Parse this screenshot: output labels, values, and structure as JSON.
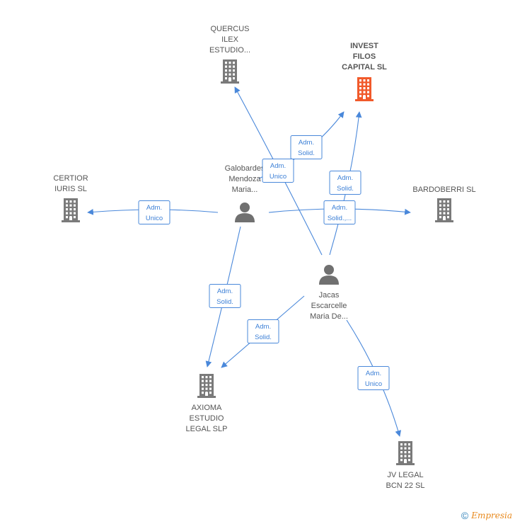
{
  "colors": {
    "edge": "#4a88da",
    "company": "#7a7a7a",
    "highlight": "#f15a2b",
    "person": "#707070"
  },
  "nodes": [
    {
      "id": "quercus",
      "type": "company",
      "lines": [
        "QUERCUS",
        "ILEX",
        "ESTUDIO..."
      ],
      "highlight": false
    },
    {
      "id": "invest",
      "type": "company",
      "lines": [
        "INVEST",
        "FILOS",
        "CAPITAL  SL"
      ],
      "highlight": true
    },
    {
      "id": "certior",
      "type": "company",
      "lines": [
        "CERTIOR",
        "IURIS  SL"
      ],
      "highlight": false
    },
    {
      "id": "bardoberri",
      "type": "company",
      "lines": [
        "BARDOBERRI SL"
      ],
      "highlight": false
    },
    {
      "id": "galobardes",
      "type": "person",
      "lines": [
        "Galobardes",
        "Mendoza",
        "Maria..."
      ],
      "highlight": false
    },
    {
      "id": "jacas",
      "type": "person",
      "lines": [
        "Jacas",
        "Escarcelle",
        "Maria De..."
      ],
      "highlight": false
    },
    {
      "id": "axioma",
      "type": "company",
      "lines": [
        "AXIOMA",
        "ESTUDIO",
        "LEGAL  SLP"
      ],
      "highlight": false
    },
    {
      "id": "jvlegal",
      "type": "company",
      "lines": [
        "JV LEGAL",
        "BCN 22  SL"
      ],
      "highlight": false
    }
  ],
  "edges": [
    {
      "from": "galobardes",
      "to": "certior",
      "lines": [
        "Adm.",
        "Unico"
      ]
    },
    {
      "from": "galobardes",
      "to": "invest",
      "lines": [
        "Adm.",
        "Solid."
      ]
    },
    {
      "from": "galobardes",
      "to": "bardoberri",
      "lines": [
        "Adm.",
        "Solid.,..."
      ]
    },
    {
      "from": "galobardes",
      "to": "axioma",
      "lines": [
        "Adm.",
        "Solid."
      ]
    },
    {
      "from": "jacas",
      "to": "quercus",
      "lines": [
        "Adm.",
        "Unico"
      ]
    },
    {
      "from": "jacas",
      "to": "invest",
      "lines": [
        "Adm.",
        "Solid."
      ]
    },
    {
      "from": "jacas",
      "to": "axioma",
      "lines": [
        "Adm.",
        "Solid."
      ]
    },
    {
      "from": "jacas",
      "to": "jvlegal",
      "lines": [
        "Adm.",
        "Unico"
      ]
    }
  ],
  "footer": {
    "copyright": "©",
    "brand": "Empresia"
  }
}
